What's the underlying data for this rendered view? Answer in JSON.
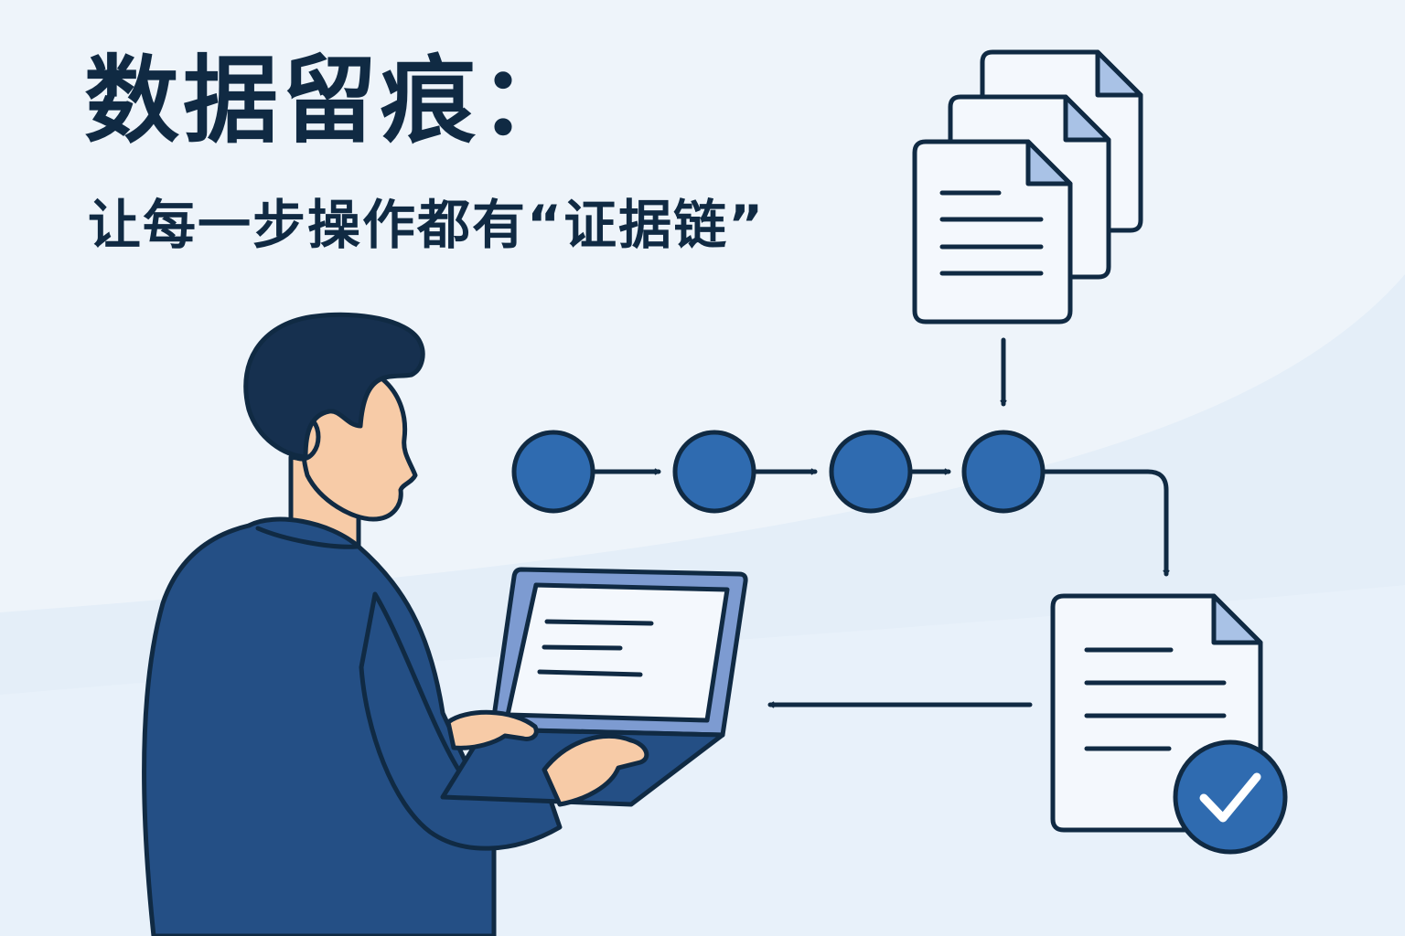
{
  "title": "数据留痕：",
  "subtitle": "让每一步操作都有“证据链”",
  "colors": {
    "ink": "#102a43",
    "node_fill": "#2f6bb0",
    "shirt": "#244f85",
    "skin": "#f7cba7",
    "paper": "#f4f8fd",
    "paper_fold": "#a9c2e6",
    "background": "#eef4fa",
    "wave": "#e2ecf7"
  },
  "diagram": {
    "chain_nodes": [
      {
        "id": "step-1"
      },
      {
        "id": "step-2"
      },
      {
        "id": "step-3"
      },
      {
        "id": "step-4"
      }
    ],
    "icons": [
      "person-icon",
      "laptop-icon",
      "document-stack-icon",
      "verified-document-icon",
      "checkmark-icon"
    ]
  }
}
